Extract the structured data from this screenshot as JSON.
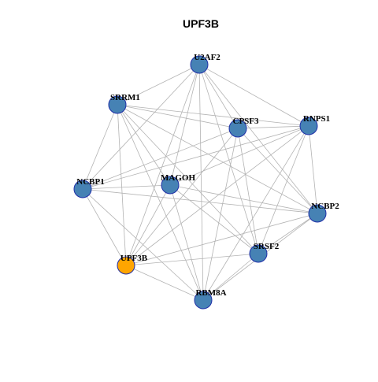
{
  "title": "UPF3B",
  "colors": {
    "node_default": "#4682b4",
    "node_focus": "#ffa500",
    "node_border": "#1f2fa8",
    "edge": "#b3b3b3"
  },
  "focus_node": "UPF3B",
  "nodes": [
    {
      "id": "U2AF2",
      "label": "U2AF2"
    },
    {
      "id": "SRRM1",
      "label": "SRRM1"
    },
    {
      "id": "CPSF3",
      "label": "CPSF3"
    },
    {
      "id": "RNPS1",
      "label": "RNPS1"
    },
    {
      "id": "MAGOH",
      "label": "MAGOH"
    },
    {
      "id": "NCBP1",
      "label": "NCBP1"
    },
    {
      "id": "NCBP2",
      "label": "NCBP2"
    },
    {
      "id": "SRSF2",
      "label": "SRSF2"
    },
    {
      "id": "UPF3B",
      "label": "UPF3B"
    },
    {
      "id": "RBM8A",
      "label": "RBM8A"
    }
  ],
  "edges": [
    [
      "U2AF2",
      "SRRM1"
    ],
    [
      "U2AF2",
      "CPSF3"
    ],
    [
      "U2AF2",
      "RNPS1"
    ],
    [
      "U2AF2",
      "MAGOH"
    ],
    [
      "U2AF2",
      "NCBP1"
    ],
    [
      "U2AF2",
      "NCBP2"
    ],
    [
      "U2AF2",
      "SRSF2"
    ],
    [
      "U2AF2",
      "UPF3B"
    ],
    [
      "U2AF2",
      "RBM8A"
    ],
    [
      "SRRM1",
      "CPSF3"
    ],
    [
      "SRRM1",
      "RNPS1"
    ],
    [
      "SRRM1",
      "NCBP1"
    ],
    [
      "SRRM1",
      "NCBP2"
    ],
    [
      "SRRM1",
      "SRSF2"
    ],
    [
      "SRRM1",
      "UPF3B"
    ],
    [
      "SRRM1",
      "RBM8A"
    ],
    [
      "SRRM1",
      "MAGOH"
    ],
    [
      "CPSF3",
      "RNPS1"
    ],
    [
      "CPSF3",
      "NCBP1"
    ],
    [
      "CPSF3",
      "NCBP2"
    ],
    [
      "CPSF3",
      "SRSF2"
    ],
    [
      "CPSF3",
      "UPF3B"
    ],
    [
      "CPSF3",
      "RBM8A"
    ],
    [
      "RNPS1",
      "MAGOH"
    ],
    [
      "RNPS1",
      "NCBP1"
    ],
    [
      "RNPS1",
      "NCBP2"
    ],
    [
      "RNPS1",
      "SRSF2"
    ],
    [
      "RNPS1",
      "UPF3B"
    ],
    [
      "RNPS1",
      "RBM8A"
    ],
    [
      "MAGOH",
      "NCBP1"
    ],
    [
      "MAGOH",
      "NCBP2"
    ],
    [
      "MAGOH",
      "SRSF2"
    ],
    [
      "MAGOH",
      "UPF3B"
    ],
    [
      "MAGOH",
      "RBM8A"
    ],
    [
      "NCBP1",
      "NCBP2"
    ],
    [
      "NCBP1",
      "RBM8A"
    ],
    [
      "NCBP1",
      "UPF3B"
    ],
    [
      "NCBP2",
      "SRSF2"
    ],
    [
      "NCBP2",
      "RBM8A"
    ],
    [
      "NCBP2",
      "UPF3B"
    ],
    [
      "SRSF2",
      "RBM8A"
    ],
    [
      "SRSF2",
      "UPF3B"
    ],
    [
      "UPF3B",
      "RBM8A"
    ]
  ]
}
